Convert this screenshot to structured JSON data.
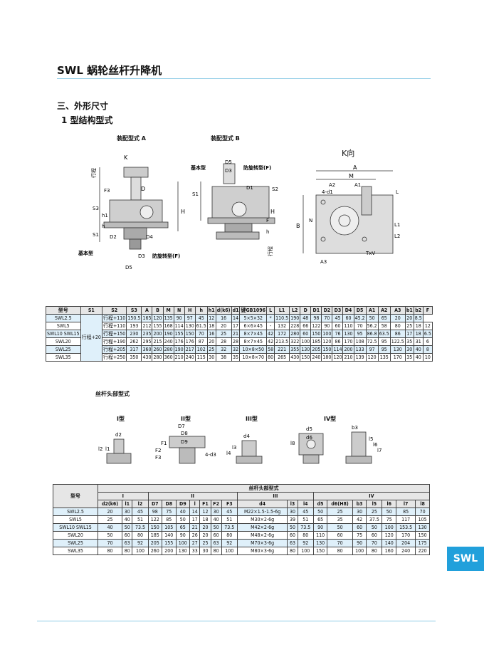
{
  "header": {
    "title": "SWL 蜗轮丝杆升降机"
  },
  "sections": {
    "s3": "三、外形尺寸",
    "s3_1": "1 型结构型式"
  },
  "diagrams": {
    "assembly_a": "装配型式 A",
    "assembly_b": "装配型式 B",
    "k_view": "K向",
    "labels_a": {
      "K": "K",
      "stroke": "行程",
      "F3": "F3",
      "D": "D",
      "S3": "S3",
      "h1": "h1",
      "h": "h",
      "S1": "S1",
      "D2": "D2",
      "D4": "D4",
      "D3": "D3",
      "D5": "D5",
      "basic": "基本型",
      "anti": "防旋转型(F)"
    },
    "labels_b": {
      "basic": "基本型",
      "D5": "D5",
      "D3": "D3",
      "anti": "防旋转型(F)",
      "S1": "S1",
      "D1": "D1",
      "S2": "S2",
      "H": "H",
      "F": "F",
      "h": "h",
      "stroke": "行程"
    },
    "labels_k": {
      "A": "A",
      "M": "M",
      "A2": "A2",
      "A1": "A1",
      "d1": "4-d1",
      "L": "L",
      "B": "B",
      "N": "N",
      "L1": "L1",
      "L2": "L2",
      "A3": "A3",
      "TxV": "TxV"
    },
    "head_title": "丝杆头部型式",
    "type_i": "I型",
    "type_ii": "II型",
    "type_iii": "III型",
    "type_iv": "IV型",
    "labels_i": {
      "d2": "d2",
      "l2": "l2",
      "l1": "l1"
    },
    "labels_ii": {
      "D7": "D7",
      "D8": "D8",
      "D9": "D9",
      "F1": "F1",
      "F2": "F2",
      "F3": "F3",
      "d3": "4-d3"
    },
    "labels_iii": {
      "d4": "d4",
      "l3": "l3",
      "l4": "l4"
    },
    "labels_iv": {
      "d5": "d5",
      "d6": "d6",
      "b3": "b3",
      "l5": "l5",
      "l6": "l6",
      "l7": "l7",
      "l8": "l8"
    }
  },
  "table1": {
    "headers": [
      "型号",
      "S1",
      "S2",
      "S3",
      "A",
      "B",
      "M",
      "N",
      "H",
      "h",
      "h1",
      "d(k6)",
      "d1",
      "键GB1096",
      "L",
      "L1",
      "L2",
      "D",
      "D1",
      "D2",
      "D3",
      "D4",
      "D5",
      "A1",
      "A2",
      "A3",
      "b1",
      "b2",
      "F"
    ],
    "s1_merged": "行程+20",
    "rows": [
      [
        "SWL2.5",
        "行程+110",
        "150.5",
        "165",
        "120",
        "135",
        "90",
        "97",
        "45",
        "12",
        "16",
        "14",
        "5×5×32",
        "*",
        "110.5",
        "190",
        "48",
        "98",
        "70",
        "45",
        "60",
        "45.2",
        "50",
        "65",
        "20",
        "20",
        "8.5"
      ],
      [
        "SWL5",
        "行程+110",
        "193",
        "212",
        "155",
        "168",
        "114",
        "130",
        "61.5",
        "18",
        "20",
        "17",
        "6×6×45",
        "-",
        "132",
        "228",
        "66",
        "122",
        "90",
        "60",
        "110",
        "70",
        "56.2",
        "58",
        "80",
        "25",
        "18",
        "12"
      ],
      [
        "SWL10 SWL15",
        "行程+150",
        "230",
        "235",
        "200",
        "190",
        "155",
        "150",
        "70",
        "16",
        "25",
        "21",
        "8×7×45",
        "42",
        "172",
        "280",
        "60",
        "150",
        "100",
        "76",
        "130",
        "95",
        "86.8",
        "63.5",
        "86",
        "17",
        "18",
        "6.5"
      ],
      [
        "SWL20",
        "行程+190",
        "262",
        "295",
        "215",
        "240",
        "176",
        "176",
        "87",
        "20",
        "28",
        "28",
        "8×7×45",
        "42",
        "213.5",
        "322",
        "100",
        "185",
        "120",
        "86",
        "170",
        "108",
        "72.5",
        "95",
        "122.5",
        "35",
        "31",
        "6"
      ],
      [
        "SWL25",
        "行程+205",
        "317",
        "360",
        "260",
        "280",
        "190",
        "217",
        "102",
        "25",
        "32",
        "32",
        "10×8×50",
        "58",
        "221",
        "355",
        "130",
        "205",
        "150",
        "114",
        "200",
        "133",
        "97",
        "95",
        "130",
        "30",
        "40",
        "8"
      ],
      [
        "SWL35",
        "行程+250",
        "350",
        "430",
        "280",
        "360",
        "210",
        "240",
        "115",
        "30",
        "38",
        "35",
        "10×8×70",
        "80",
        "265",
        "430",
        "150",
        "240",
        "180",
        "120",
        "210",
        "139",
        "120",
        "135",
        "170",
        "35",
        "40",
        "10"
      ]
    ]
  },
  "table2": {
    "title": "丝杆头部型式",
    "group_headers": [
      "I",
      "II",
      "III",
      "IV"
    ],
    "headers": [
      "型号",
      "d2(k6)",
      "l1",
      "l2",
      "D7",
      "D8",
      "D9",
      "l",
      "F1",
      "F2",
      "F3",
      "d4",
      "l3",
      "l4",
      "d5",
      "d6(H8)",
      "b3",
      "l5",
      "l6",
      "l7",
      "l8"
    ],
    "rows": [
      [
        "SWL2.5",
        "20",
        "30",
        "45",
        "98",
        "75",
        "40",
        "14",
        "12",
        "30",
        "45",
        "M22×1.5-1.5-6g",
        "30",
        "45",
        "50",
        "25",
        "30",
        "25",
        "50",
        "85",
        "70"
      ],
      [
        "SWL5",
        "25",
        "40",
        "51",
        "122",
        "85",
        "50",
        "17",
        "18",
        "40",
        "51",
        "M30×2-6g",
        "39",
        "51",
        "65",
        "35",
        "42",
        "37.5",
        "75",
        "117",
        "105"
      ],
      [
        "SWL10 SWL15",
        "40",
        "50",
        "73.5",
        "150",
        "105",
        "65",
        "21",
        "20",
        "50",
        "73.5",
        "M42×2-6g",
        "50",
        "73.5",
        "90",
        "50",
        "60",
        "50",
        "100",
        "153.5",
        "130"
      ],
      [
        "SWL20",
        "50",
        "60",
        "80",
        "185",
        "140",
        "90",
        "26",
        "20",
        "60",
        "80",
        "M48×2-6g",
        "60",
        "80",
        "110",
        "60",
        "75",
        "60",
        "120",
        "170",
        "150"
      ],
      [
        "SWL25",
        "70",
        "63",
        "92",
        "205",
        "155",
        "100",
        "27",
        "25",
        "63",
        "92",
        "M70×3-6g",
        "63",
        "92",
        "130",
        "70",
        "90",
        "70",
        "140",
        "204",
        "175"
      ],
      [
        "SWL35",
        "80",
        "80",
        "100",
        "260",
        "200",
        "130",
        "33",
        "30",
        "80",
        "100",
        "M80×3-6g",
        "80",
        "100",
        "150",
        "80",
        "100",
        "80",
        "160",
        "240",
        "220"
      ]
    ]
  },
  "badge": "SWL",
  "colors": {
    "rule": "#8ccbe6",
    "badge": "#21a0db",
    "row_highlight": "#dff0fa"
  }
}
